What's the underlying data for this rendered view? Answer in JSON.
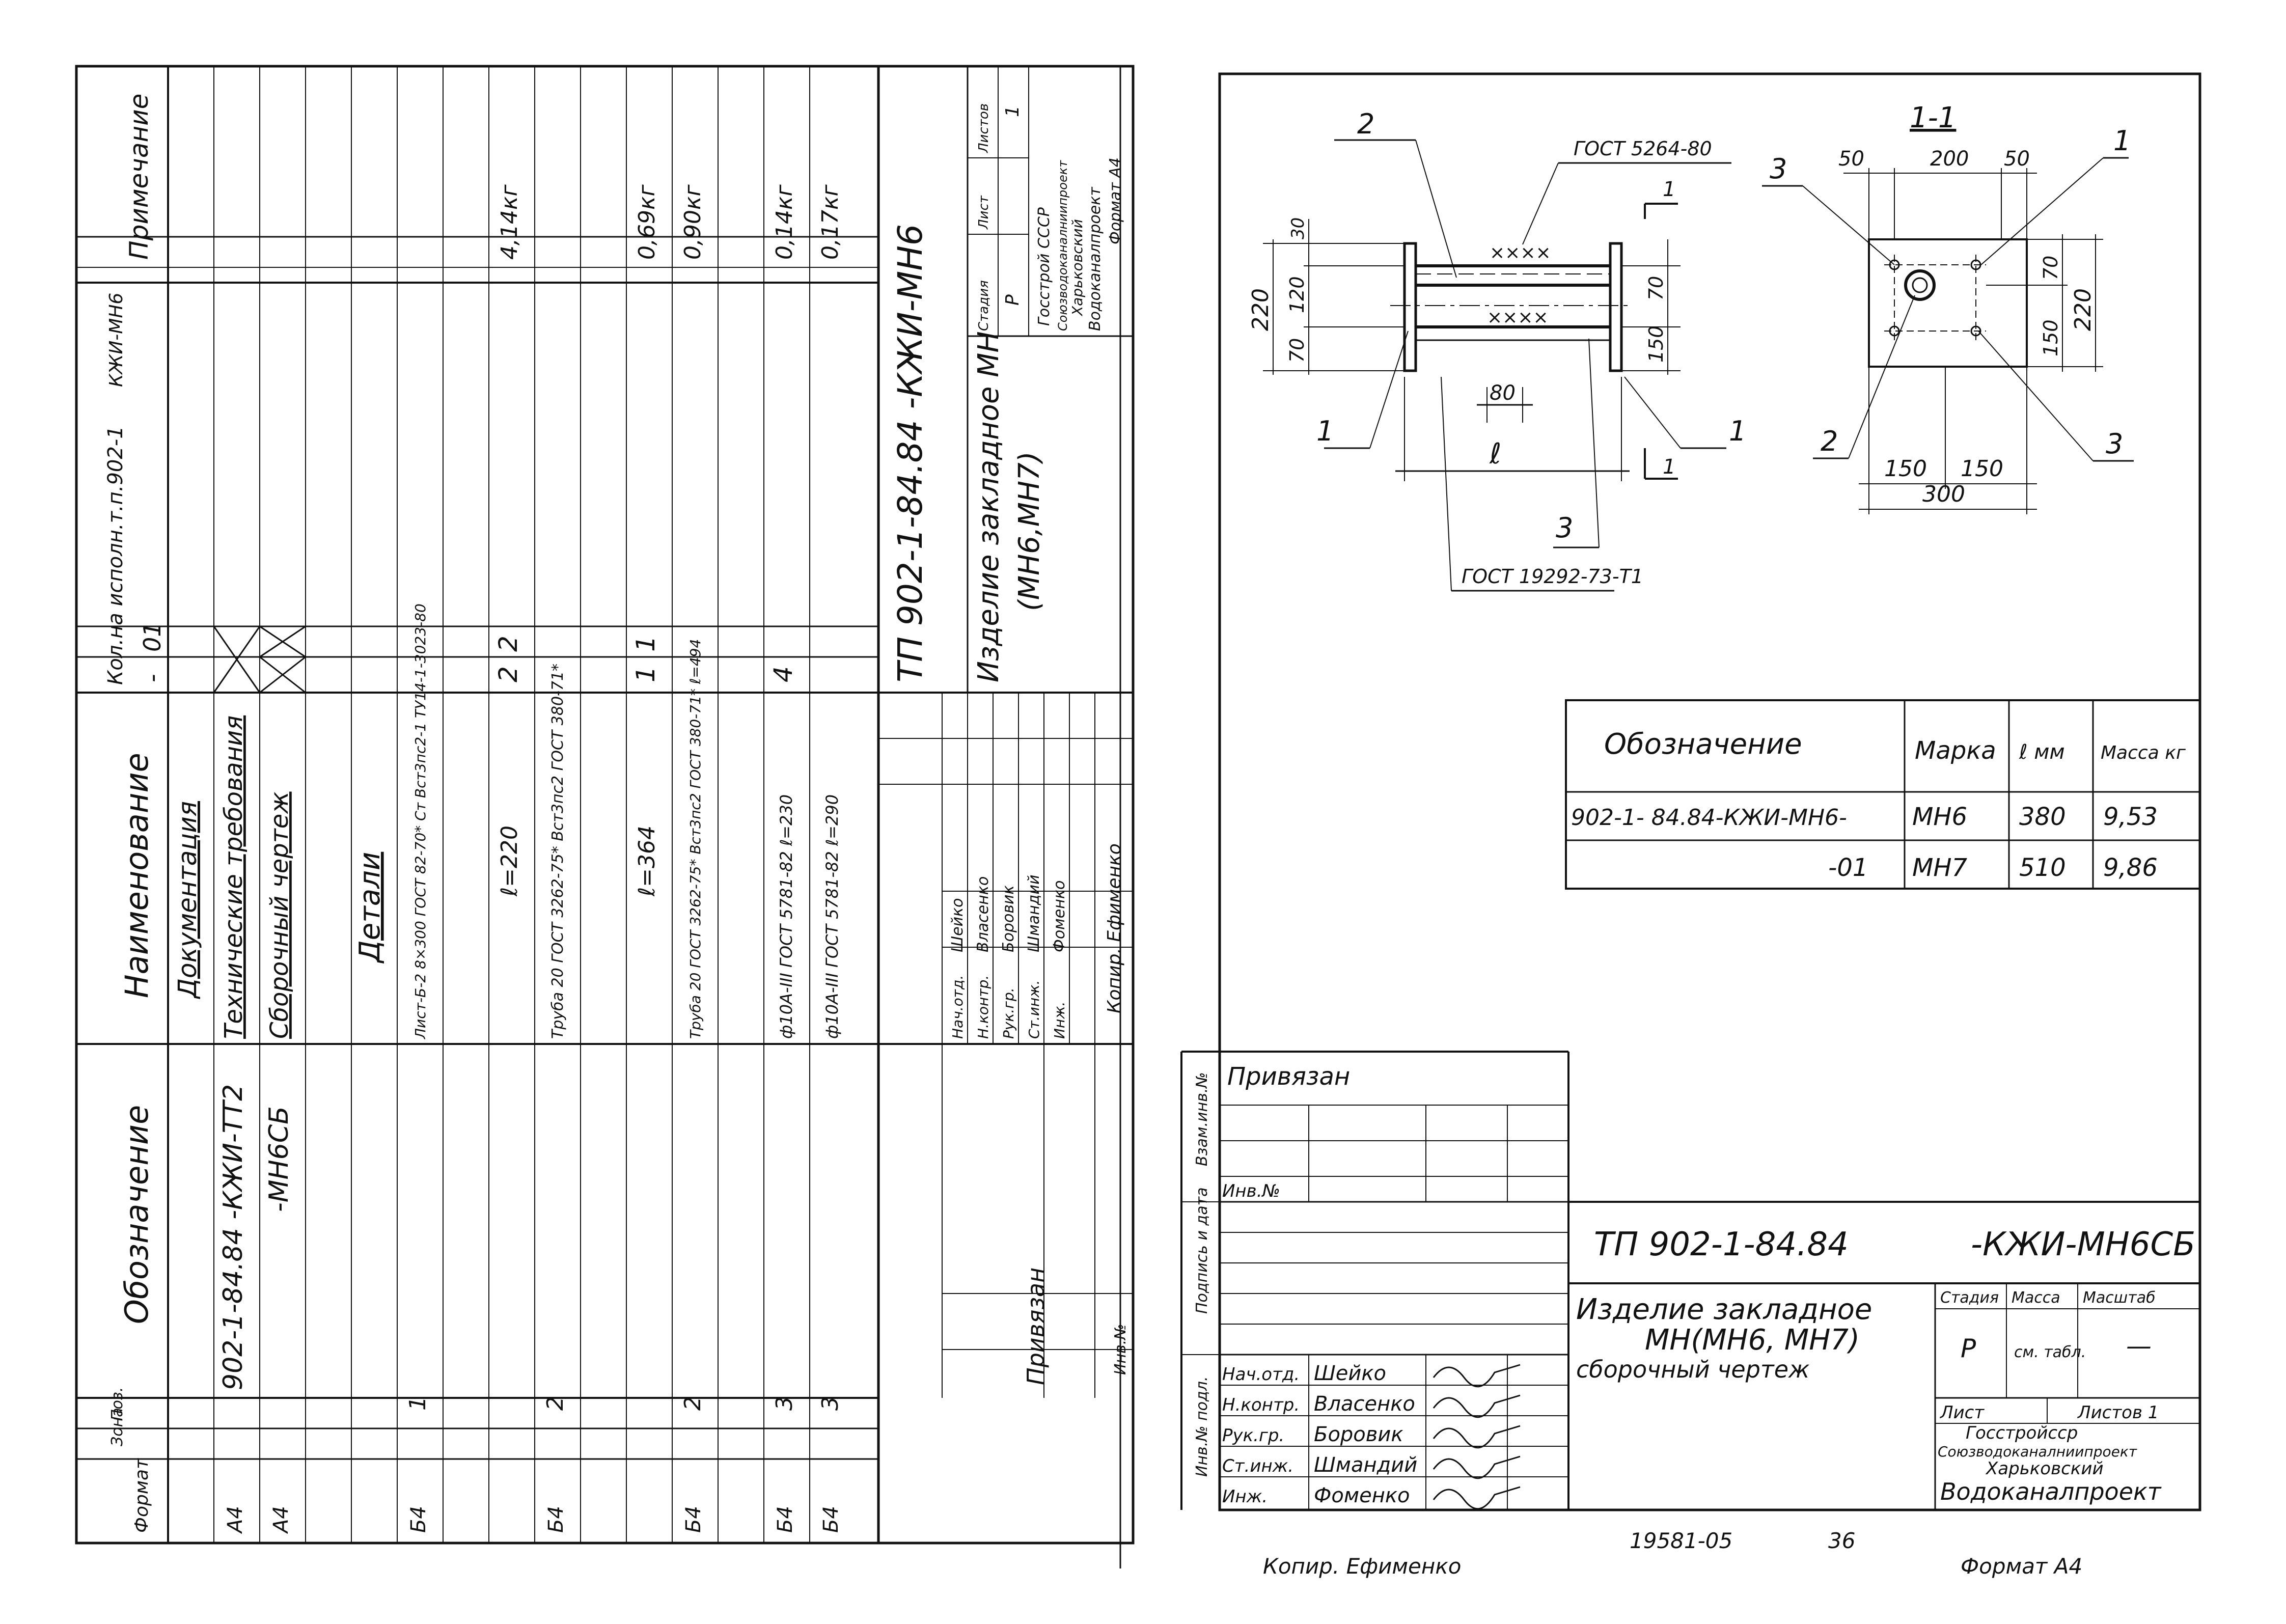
{
  "left_sheet": {
    "header": {
      "format_col": "Формат",
      "zone_col": "Зона",
      "pos_col": "Поз.",
      "designation_col": "Обозначение",
      "name_col": "Наименование",
      "qty_col": "Кол.на исполн.т.п.902-1",
      "kzhi_col": "КЖИ-МН6",
      "note_col": "Примечание",
      "var_dash": "-",
      "var_01": "01"
    },
    "rows": {
      "docs_heading": "Документация",
      "tt_format": "А4",
      "tt_designation": "902-1-84.84 -КЖИ-ТТ2",
      "tt_name": "Технические требования",
      "sb_format": "А4",
      "sb_designation": "-МН6СБ",
      "sb_name": "Сборочный чертеж",
      "details_heading": "Детали",
      "r1_format": "Б4",
      "r1_pos": "1",
      "r1_name": "Лист-Б-2 8×300 ГОСТ 82-70* Ст Вст3пс2-1 ТУ14-1-3023-80",
      "r1b_name": "ℓ=220",
      "r1_qty1": "2",
      "r1_qty2": "2",
      "r1_note": "4,14кг",
      "r2_format": "Б4",
      "r2_pos": "2",
      "r2_name": "Труба 20 ГОСТ 3262-75* Вст3пс2 ГОСТ 380-71*",
      "r2b_name": "ℓ=364",
      "r2_qty1": "1",
      "r2_qty2": "1",
      "r2_note": "0,69кг",
      "r3_format": "Б4",
      "r3_pos": "2",
      "r3_name": "Труба 20 ГОСТ 3262-75* Вст3пс2 ГОСТ 380-71* ℓ=494",
      "r3_note": "0,90кг",
      "r4_format": "Б4",
      "r4_pos": "3",
      "r4_name": "ф10А-III ГОСТ 5781-82 ℓ=230",
      "r4_qty1": "4",
      "r4_note": "0,14кг",
      "r5_format": "Б4",
      "r5_pos": "3",
      "r5_name": "ф10А-III ГОСТ 5781-82 ℓ=290",
      "r5_note": "0,17кг"
    },
    "title": {
      "code": "ТП 902-1-84.84 -КЖИ-МН6",
      "name_line1": "Изделие закладное МН",
      "name_line2": "(МН6,МН7)",
      "stage_hdr": "Стадия",
      "sheet_hdr": "Лист",
      "sheets_hdr": "Листов",
      "stage": "Р",
      "sheets": "1",
      "org1": "Госстрой СССР",
      "org2": "Союзводоканалниипроект",
      "org3": "Харьковский",
      "org4": "Водоканалпроект",
      "format": "Формат А4",
      "copied": "Копир. Ефименко"
    },
    "signatures": [
      {
        "role": "Нач.отд.",
        "name": "Шейко"
      },
      {
        "role": "Н.контр.",
        "name": "Власенко"
      },
      {
        "role": "Рук.гр.",
        "name": "Боровик"
      },
      {
        "role": "Ст.инж.",
        "name": "Шмандий"
      },
      {
        "role": "Инж.",
        "name": "Фоменко"
      }
    ],
    "privyazan": "Привязан",
    "inv_no": "Инв.№"
  },
  "drawing": {
    "pos1": "1",
    "pos2": "2",
    "pos3": "3",
    "section": "1-1",
    "section_mark": "1",
    "gost_weld": "ГОСТ 5264-80",
    "gost_weld2": "ГОСТ 19292-73-Т1",
    "d30": "30",
    "d120": "120",
    "d70": "70",
    "d220": "220",
    "d150": "150",
    "d80": "80",
    "dl": "ℓ",
    "d50": "50",
    "d200": "200",
    "d300": "300",
    "weld": "××××"
  },
  "table": {
    "headers": [
      "Обозначение",
      "Марка",
      "ℓ мм",
      "Масса кг"
    ],
    "rows": [
      [
        "902-1- 84.84-КЖИ-МН6-",
        "МН6",
        "380",
        "9,53"
      ],
      [
        "-01",
        "МН7",
        "510",
        "9,86"
      ]
    ]
  },
  "stamp": {
    "privyazan": "Привязан",
    "inv_no": "Инв.№",
    "side1": "Взам.инв.№",
    "side2": "Подпись и дата",
    "side3": "Инв.№ подл.",
    "code": "ТП 902-1-84.84",
    "code2": "-КЖИ-МН6СБ",
    "title1": "Изделие закладное",
    "title2": "МН(МН6, МН7)",
    "title3": "сборочный чертеж",
    "stage_hdr": "Стадия",
    "mass_hdr": "Масса",
    "scale_hdr": "Масштаб",
    "stage": "Р",
    "mass": "см. табл.",
    "scale": "—",
    "sheet": "Лист",
    "sheets": "Листов 1",
    "org1": "Госстройсср",
    "org2": "Союзводоканалниипроект",
    "org3": "Харьковский",
    "org4": "Водоканалпроект",
    "signatures": [
      {
        "role": "Нач.отд.",
        "name": "Шейко"
      },
      {
        "role": "Н.контр.",
        "name": "Власенко"
      },
      {
        "role": "Рук.гр.",
        "name": "Боровик"
      },
      {
        "role": "Ст.инж.",
        "name": "Шмандий"
      },
      {
        "role": "Инж.",
        "name": "Фоменко"
      }
    ]
  },
  "footer": {
    "copied": "Копир. Ефименко",
    "number": "19581-05",
    "page": "36",
    "format": "Формат А4"
  }
}
